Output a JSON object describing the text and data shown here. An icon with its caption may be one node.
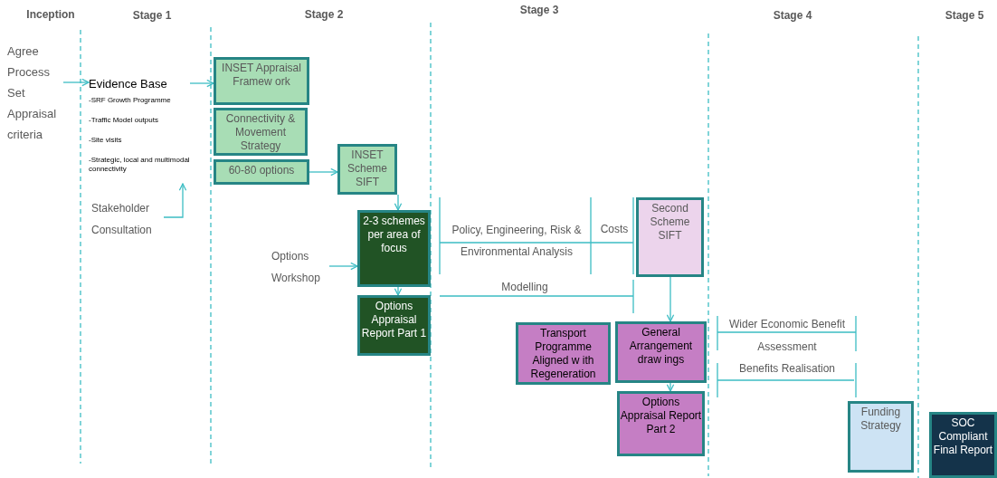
{
  "diagram": {
    "nodes": [
      {
        "text": [
          "Agree Process",
          "Set Appraisal criteria"
        ]
      },
      {
        "text": [
          "Evidence Base",
          "-SRF Growth Programme",
          "-Traffic Model outputs",
          "-Site visits",
          "-Strategic, local and multimodal connectivity"
        ]
      },
      {
        "text": [
          "Stakeholder Consultation"
        ]
      },
      {
        "text": [
          "INSET Appraisal Framew ork"
        ]
      },
      {
        "text": [
          "Connectivity & Movement Strategy"
        ]
      },
      {
        "text": [
          "60-80 options"
        ]
      },
      {
        "text": [
          "INSET Scheme SIFT"
        ]
      },
      {
        "text": [
          "2-3 schemes per area of focus"
        ]
      },
      {
        "text": [
          "Options Workshop"
        ]
      },
      {
        "text": [
          "Options Appraisal Report Part 1"
        ]
      },
      {
        "text": [
          "Second Scheme SIFT"
        ]
      },
      {
        "text": [
          "Transport Programme Aligned w ith Regeneration"
        ]
      },
      {
        "text": [
          "General Arrangement draw ings"
        ]
      },
      {
        "text": [
          "Options Appraisal Report Part 2"
        ]
      },
      {
        "text": [
          "Funding Strategy"
        ]
      },
      {
        "text": [
          "SOC Compliant Final Report"
        ]
      }
    ],
    "edges": [
      {
        "from": 0,
        "to": 1,
        "arrow": "to"
      },
      {
        "from": 1,
        "to": 3,
        "arrow": "to"
      },
      {
        "from": 2,
        "to": 1,
        "arrow": "to"
      },
      {
        "from": 5,
        "to": 6,
        "arrow": "to"
      },
      {
        "from": 6,
        "to": 7,
        "arrow": "to"
      },
      {
        "from": 8,
        "to": 7,
        "arrow": "to"
      },
      {
        "from": 7,
        "to": 9,
        "arrow": "to"
      },
      {
        "from": 10,
        "to": 12,
        "arrow": "to"
      },
      {
        "from": 12,
        "to": 13,
        "arrow": "to"
      }
    ],
    "labels": [
      "Inception",
      "Stage 1",
      "Stage 2",
      "Stage 3",
      "Stage 4",
      "Stage 5",
      "Policy, Engineering, Risk & Environmental Analysis",
      "Costs",
      "Modelling",
      "Wider Economic Benefit Assessment",
      "Benefits Realisation"
    ]
  }
}
